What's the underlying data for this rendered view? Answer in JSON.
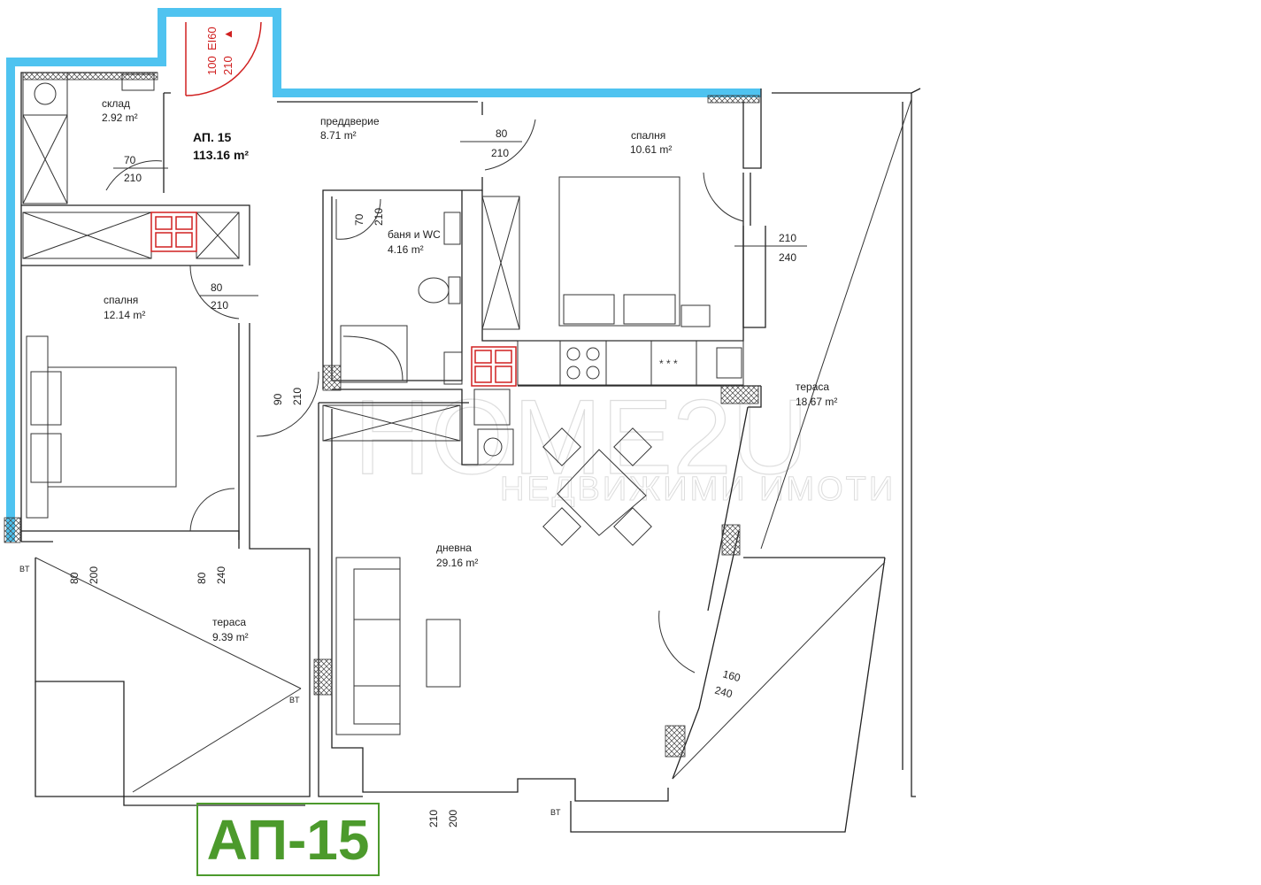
{
  "apartment": {
    "title": "АП. 15",
    "area": "113.16 m²",
    "badge": "АП-15"
  },
  "entrance_door": {
    "width": "100",
    "rating": "EI60",
    "height": "210"
  },
  "rooms": [
    {
      "name": "склад",
      "area": "2.92 m²"
    },
    {
      "name": "преддверие",
      "area": "8.71 m²"
    },
    {
      "name": "спалня",
      "area": "10.61 m²"
    },
    {
      "name": "баня и WC",
      "area": "4.16 m²"
    },
    {
      "name": "спалня",
      "area": "12.14 m²"
    },
    {
      "name": "тераса",
      "area": "18.67 m²"
    },
    {
      "name": "дневна",
      "area": "29.16 m²"
    },
    {
      "name": "тераса",
      "area": "9.39 m²"
    }
  ],
  "doors": [
    {
      "w": "70",
      "h": "210"
    },
    {
      "w": "80",
      "h": "210"
    },
    {
      "w": "70",
      "h": "210"
    },
    {
      "w": "210",
      "h": "240"
    },
    {
      "w": "80",
      "h": "210"
    },
    {
      "w": "90",
      "h": "210"
    },
    {
      "w": "80",
      "h": "200"
    },
    {
      "w": "80",
      "h": "240"
    },
    {
      "w": "160",
      "h": "240"
    },
    {
      "w": "210",
      "h": "200"
    }
  ],
  "bt_label": "BT",
  "watermark": {
    "brand": "HOME2U",
    "tagline": "НЕДВИЖИМИ ИМОТИ"
  },
  "colors": {
    "outline": "#4fc3f0",
    "badge": "#4c9a2c",
    "red": "#d02020"
  }
}
